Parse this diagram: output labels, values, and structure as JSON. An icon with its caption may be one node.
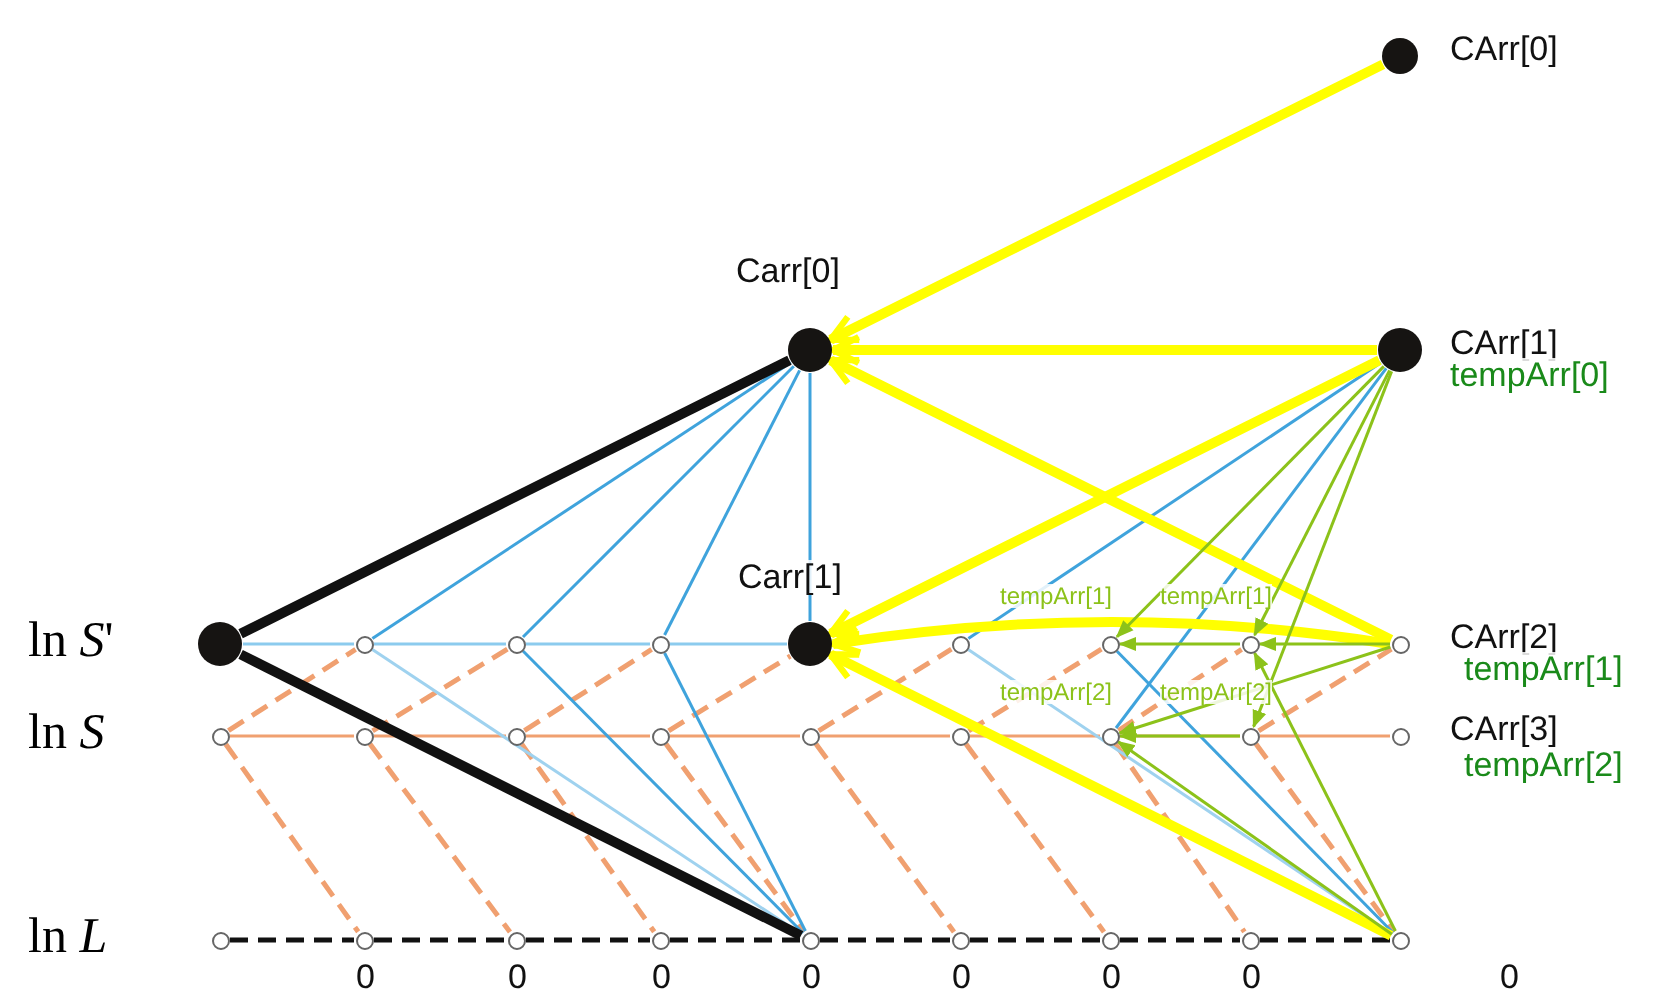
{
  "diagram": {
    "nodes": [
      {
        "text": [],
        "shape": "circle",
        "beside": [
          "CArr[0]"
        ]
      },
      {
        "text": [],
        "shape": "circle",
        "beside": [
          "Carr[0]"
        ]
      },
      {
        "text": [],
        "shape": "circle",
        "beside": [
          "CArr[1]",
          "tempArr[0]"
        ]
      },
      {
        "text": [],
        "shape": "circle",
        "beside": [
          "Carr[1]"
        ]
      },
      {
        "text": [],
        "shape": "circle"
      },
      {
        "text": [],
        "shape": "circle"
      },
      {
        "text": [],
        "shape": "circle"
      },
      {
        "text": [],
        "shape": "circle"
      },
      {
        "text": [],
        "shape": "circle"
      },
      {
        "text": [],
        "shape": "circle",
        "beside": [
          "tempArr[1]"
        ]
      },
      {
        "text": [],
        "shape": "circle",
        "beside": [
          "tempArr[1]"
        ]
      },
      {
        "text": [],
        "shape": "circle",
        "beside": [
          "CArr[2]",
          "tempArr[1]"
        ]
      },
      {
        "text": [],
        "shape": "circle"
      },
      {
        "text": [],
        "shape": "circle"
      },
      {
        "text": [],
        "shape": "circle"
      },
      {
        "text": [],
        "shape": "circle"
      },
      {
        "text": [],
        "shape": "circle"
      },
      {
        "text": [],
        "shape": "circle"
      },
      {
        "text": [],
        "shape": "circle",
        "beside": [
          "tempArr[2]"
        ]
      },
      {
        "text": [],
        "shape": "circle",
        "beside": [
          "tempArr[2]"
        ]
      },
      {
        "text": [],
        "shape": "circle",
        "beside": [
          "CArr[3]",
          "tempArr[2]"
        ]
      },
      {
        "text": [],
        "shape": "circle"
      },
      {
        "text": [],
        "shape": "circle",
        "beside": [
          "0"
        ]
      },
      {
        "text": [],
        "shape": "circle",
        "beside": [
          "0"
        ]
      },
      {
        "text": [],
        "shape": "circle",
        "beside": [
          "0"
        ]
      },
      {
        "text": [],
        "shape": "circle",
        "beside": [
          "0"
        ]
      },
      {
        "text": [],
        "shape": "circle",
        "beside": [
          "0"
        ]
      },
      {
        "text": [],
        "shape": "circle",
        "beside": [
          "0"
        ]
      },
      {
        "text": [],
        "shape": "circle",
        "beside": [
          "0"
        ]
      },
      {
        "text": [],
        "shape": "circle",
        "beside": [
          "0"
        ]
      }
    ],
    "edges": [
      {
        "from": 12,
        "to": 13,
        "arrow": "none"
      },
      {
        "from": 13,
        "to": 14,
        "arrow": "none"
      },
      {
        "from": 14,
        "to": 15,
        "arrow": "none"
      },
      {
        "from": 15,
        "to": 16,
        "arrow": "none"
      },
      {
        "from": 16,
        "to": 17,
        "arrow": "none"
      },
      {
        "from": 17,
        "to": 18,
        "arrow": "none"
      },
      {
        "from": 18,
        "to": 19,
        "arrow": "none"
      },
      {
        "from": 19,
        "to": 20,
        "arrow": "none"
      },
      {
        "from": 12,
        "to": 5,
        "arrow": "none",
        "style": "dashed"
      },
      {
        "from": 13,
        "to": 6,
        "arrow": "none",
        "style": "dashed"
      },
      {
        "from": 14,
        "to": 7,
        "arrow": "none",
        "style": "dashed"
      },
      {
        "from": 15,
        "to": 3,
        "arrow": "none",
        "style": "dashed"
      },
      {
        "from": 16,
        "to": 8,
        "arrow": "none",
        "style": "dashed"
      },
      {
        "from": 17,
        "to": 9,
        "arrow": "none",
        "style": "dashed"
      },
      {
        "from": 18,
        "to": 10,
        "arrow": "none",
        "style": "dashed"
      },
      {
        "from": 19,
        "to": 11,
        "arrow": "none",
        "style": "dashed"
      },
      {
        "from": 12,
        "to": 22,
        "arrow": "none",
        "style": "dashed"
      },
      {
        "from": 13,
        "to": 23,
        "arrow": "none",
        "style": "dashed"
      },
      {
        "from": 14,
        "to": 24,
        "arrow": "none",
        "style": "dashed"
      },
      {
        "from": 15,
        "to": 25,
        "arrow": "none",
        "style": "dashed"
      },
      {
        "from": 16,
        "to": 26,
        "arrow": "none",
        "style": "dashed"
      },
      {
        "from": 17,
        "to": 27,
        "arrow": "none",
        "style": "dashed"
      },
      {
        "from": 18,
        "to": 28,
        "arrow": "none",
        "style": "dashed"
      },
      {
        "from": 19,
        "to": 29,
        "arrow": "none",
        "style": "dashed"
      },
      {
        "from": 4,
        "to": 5,
        "arrow": "none",
        "color": "#8ccbee"
      },
      {
        "from": 5,
        "to": 6,
        "arrow": "none",
        "color": "#8ccbee"
      },
      {
        "from": 6,
        "to": 7,
        "arrow": "none",
        "color": "#8ccbee"
      },
      {
        "from": 7,
        "to": 3,
        "arrow": "none",
        "color": "#8ccbee"
      },
      {
        "from": 1,
        "to": 5,
        "arrow": "none",
        "color": "#3fa3dc"
      },
      {
        "from": 1,
        "to": 6,
        "arrow": "none",
        "color": "#3fa3dc"
      },
      {
        "from": 1,
        "to": 7,
        "arrow": "none",
        "color": "#3fa3dc"
      },
      {
        "from": 1,
        "to": 3,
        "arrow": "none",
        "color": "#3fa3dc"
      },
      {
        "from": 5,
        "to": 25,
        "arrow": "none",
        "color": "#9fd2ef"
      },
      {
        "from": 6,
        "to": 25,
        "arrow": "none",
        "color": "#3fa3dc"
      },
      {
        "from": 7,
        "to": 25,
        "arrow": "none",
        "color": "#3fa3dc"
      },
      {
        "from": 2,
        "to": 8,
        "arrow": "none",
        "color": "#3fa3dc"
      },
      {
        "from": 2,
        "to": 18,
        "arrow": "none",
        "color": "#3fa3dc"
      },
      {
        "from": 8,
        "to": 29,
        "arrow": "none",
        "color": "#9fd2ef"
      },
      {
        "from": 9,
        "to": 29,
        "arrow": "none",
        "color": "#3fa3dc"
      },
      {
        "from": 4,
        "to": 1,
        "arrow": "none",
        "style": "thick",
        "color": "#111111"
      },
      {
        "from": 4,
        "to": 25,
        "arrow": "none",
        "style": "thick",
        "color": "#111111"
      },
      {
        "from": 21,
        "to": 22,
        "arrow": "none",
        "style": "dashed",
        "color": "#111111"
      },
      {
        "from": 22,
        "to": 23,
        "arrow": "none",
        "style": "dashed",
        "color": "#111111"
      },
      {
        "from": 23,
        "to": 24,
        "arrow": "none",
        "style": "dashed",
        "color": "#111111"
      },
      {
        "from": 24,
        "to": 25,
        "arrow": "none",
        "style": "dashed",
        "color": "#111111"
      },
      {
        "from": 25,
        "to": 26,
        "arrow": "none",
        "style": "dashed",
        "color": "#111111"
      },
      {
        "from": 26,
        "to": 27,
        "arrow": "none",
        "style": "dashed",
        "color": "#111111"
      },
      {
        "from": 27,
        "to": 28,
        "arrow": "none",
        "style": "dashed",
        "color": "#111111"
      },
      {
        "from": 28,
        "to": 29,
        "arrow": "none",
        "style": "dashed",
        "color": "#111111"
      },
      {
        "from": 0,
        "to": 1,
        "arrow": "to",
        "style": "thick",
        "color": "#ffff00"
      },
      {
        "from": 2,
        "to": 1,
        "arrow": "to",
        "style": "thick",
        "color": "#ffff00"
      },
      {
        "from": 11,
        "to": 1,
        "arrow": "to",
        "style": "thick",
        "color": "#ffff00"
      },
      {
        "from": 2,
        "to": 3,
        "arrow": "to",
        "style": "thick",
        "color": "#ffff00"
      },
      {
        "from": 11,
        "to": 3,
        "arrow": "to",
        "style": "thick",
        "color": "#ffff00"
      },
      {
        "from": 29,
        "to": 3,
        "arrow": "to",
        "style": "thick",
        "color": "#ffff00"
      },
      {
        "from": 2,
        "to": 9,
        "arrow": "to",
        "color": "#8cc21a"
      },
      {
        "from": 2,
        "to": 10,
        "arrow": "to",
        "color": "#8cc21a"
      },
      {
        "from": 11,
        "to": 10,
        "arrow": "to",
        "color": "#8cc21a"
      },
      {
        "from": 10,
        "to": 9,
        "arrow": "to",
        "color": "#8cc21a"
      },
      {
        "from": 11,
        "to": 18,
        "arrow": "to",
        "color": "#8cc21a"
      },
      {
        "from": 2,
        "to": 19,
        "arrow": "to",
        "color": "#8cc21a"
      },
      {
        "from": 19,
        "to": 18,
        "arrow": "to",
        "color": "#8cc21a"
      },
      {
        "from": 29,
        "to": 18,
        "arrow": "to",
        "color": "#8cc21a"
      },
      {
        "from": 29,
        "to": 10,
        "arrow": "to",
        "color": "#8cc21a"
      }
    ],
    "labels": [
      "ln *S*'",
      "ln *S*",
      "ln *L*"
    ]
  }
}
